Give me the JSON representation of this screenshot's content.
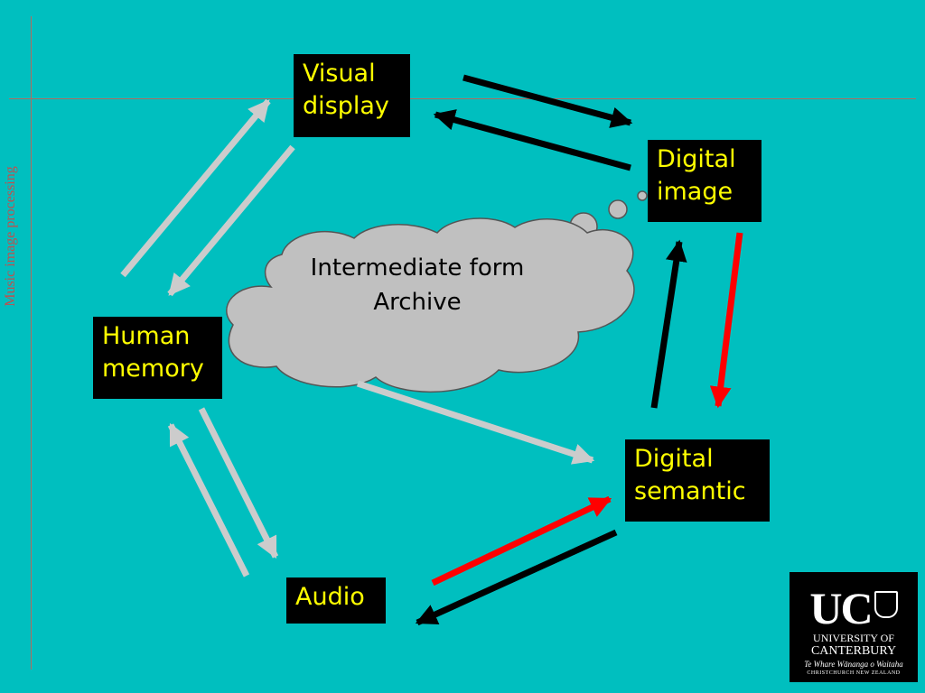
{
  "side_label": "Music image processing",
  "nodes": {
    "visual_display": {
      "line1": "Visual",
      "line2": "display"
    },
    "digital_image": {
      "line1": "Digital",
      "line2": "image"
    },
    "human_memory": {
      "line1": "Human",
      "line2": "memory"
    },
    "digital_semantic": {
      "line1": "Digital",
      "line2": "semantic"
    },
    "audio": {
      "line1": "Audio"
    }
  },
  "cloud": {
    "line1": "Intermediate form",
    "line2": "Archive"
  },
  "logo": {
    "uc": "UC",
    "line1": "UNIVERSITY OF",
    "line2": "CANTERBURY",
    "line3": "Te Whare Wānanga o Waitaha",
    "line4": "CHRISTCHURCH NEW ZEALAND"
  },
  "colors": {
    "background": "#00bfbf",
    "node_fill": "#000000",
    "node_text": "#ffff00",
    "arrow_black": "#000000",
    "arrow_red": "#ff0000",
    "arrow_gray": "#cccccc",
    "cloud_fill": "#c0c0c0",
    "rule": "#b26b5e"
  }
}
